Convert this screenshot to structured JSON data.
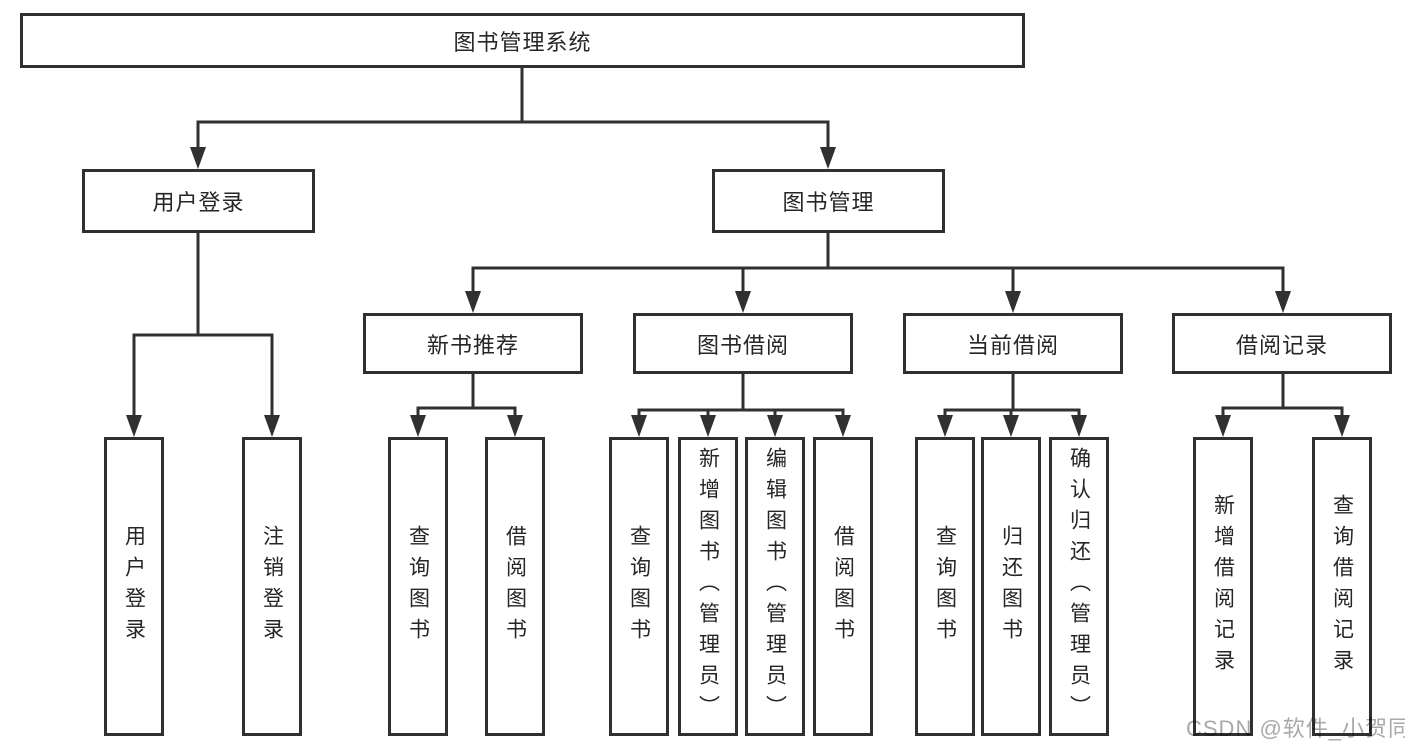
{
  "diagram": {
    "root": "图书管理系统",
    "level2": {
      "user_login": "用户登录",
      "book_management": "图书管理"
    },
    "level3": {
      "new_books": "新书推荐",
      "book_borrowing": "图书借阅",
      "current_borrowing": "当前借阅",
      "borrow_records": "借阅记录"
    },
    "leaves": {
      "user_login": [
        "用户登录",
        "注销登录"
      ],
      "new_books": [
        "查询图书",
        "借阅图书"
      ],
      "book_borrowing": [
        "查询图书",
        "新增图书（管理员）",
        "编辑图书（管理员）",
        "借阅图书"
      ],
      "current_borrowing": [
        "查询图书",
        "归还图书",
        "确认归还（管理员）"
      ],
      "borrow_records": [
        "新增借阅记录",
        "查询借阅记录"
      ]
    }
  },
  "watermark": "CSDN @软件_小贺同学",
  "colors": {
    "line": "#303030",
    "box_border": "#303030",
    "text": "#262626",
    "watermark": "#a9a9ad",
    "background": "#ffffff"
  }
}
